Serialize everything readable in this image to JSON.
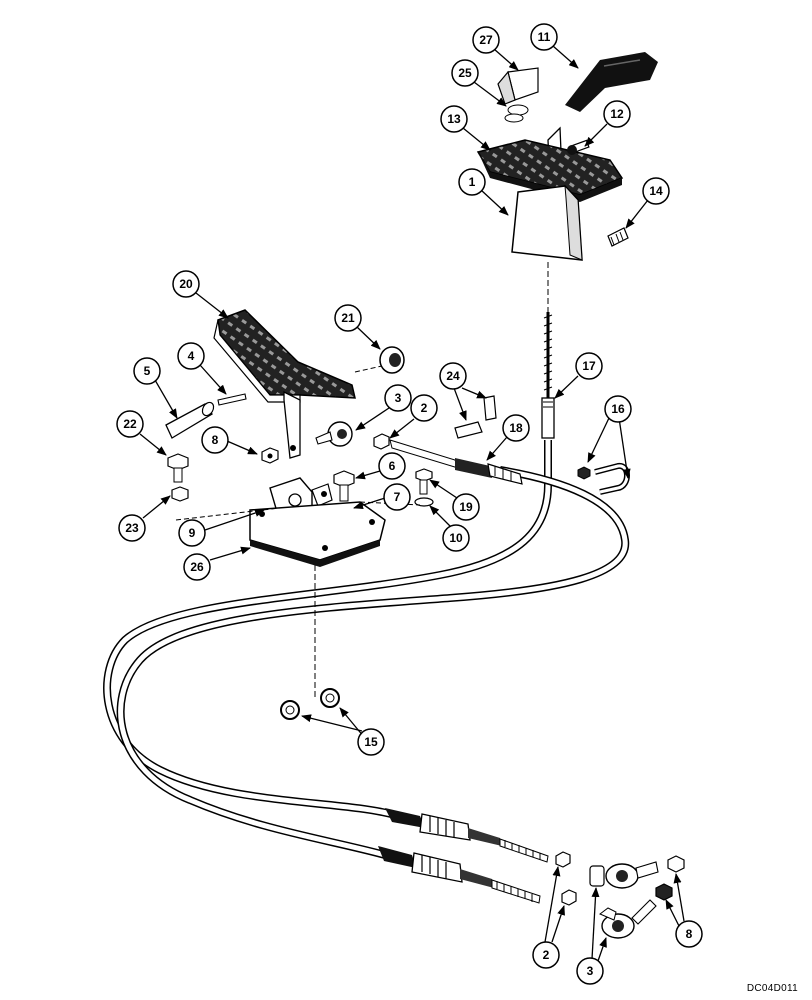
{
  "figure": {
    "reference_code": "DC04D011"
  },
  "callouts": [
    {
      "label": "27"
    },
    {
      "label": "11"
    },
    {
      "label": "25"
    },
    {
      "label": "13"
    },
    {
      "label": "12"
    },
    {
      "label": "1"
    },
    {
      "label": "14"
    },
    {
      "label": "20"
    },
    {
      "label": "21"
    },
    {
      "label": "5"
    },
    {
      "label": "4"
    },
    {
      "label": "24"
    },
    {
      "label": "17"
    },
    {
      "label": "3"
    },
    {
      "label": "2"
    },
    {
      "label": "16"
    },
    {
      "label": "22"
    },
    {
      "label": "8"
    },
    {
      "label": "18"
    },
    {
      "label": "6"
    },
    {
      "label": "7"
    },
    {
      "label": "19"
    },
    {
      "label": "23"
    },
    {
      "label": "9"
    },
    {
      "label": "10"
    },
    {
      "label": "26"
    },
    {
      "label": "15"
    },
    {
      "label": "2"
    },
    {
      "label": "3"
    },
    {
      "label": "8"
    }
  ]
}
